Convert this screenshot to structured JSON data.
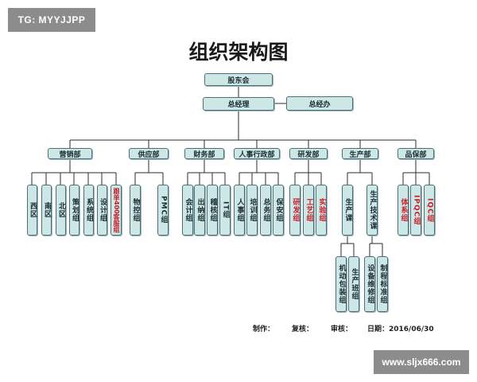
{
  "watermark_tag": "TG: MYYJJPP",
  "title": "组织架构图",
  "nodes": {
    "board": "股东会",
    "gm": "总经理",
    "gm_office": "总经办",
    "departments": [
      "营销部",
      "供应部",
      "财务部",
      "人事行政部",
      "研发部",
      "生产部",
      "品保部"
    ],
    "marketing": [
      "西区",
      "南区",
      "北区",
      "策划组",
      "系统组",
      "设计组",
      "跟单400客服组"
    ],
    "supply": [
      "物控组",
      "PMC组"
    ],
    "finance": [
      "会计组",
      "出纳组",
      "稽核组",
      "IT组"
    ],
    "hr": [
      "人事组",
      "培训组",
      "总务组",
      "保安组"
    ],
    "rnd": [
      "研发组",
      "工艺组",
      "实验组"
    ],
    "production": [
      "生产课",
      "生产技术课"
    ],
    "production_sub": [
      "机动包装组",
      "生产班组",
      "设备维修组",
      "制程标准组"
    ],
    "quality": [
      "体系组",
      "IPQC组",
      "IQC组"
    ]
  },
  "footer": {
    "made_by": "制作：",
    "review": "复核：",
    "audit": "审核：",
    "date": "日期：2016/06/30"
  },
  "site_watermark": "www.sljx666.com",
  "colors": {
    "box_fill": "#cde7e7",
    "box_border": "#4c6f7a",
    "highlight_text": "#cc1d24"
  }
}
